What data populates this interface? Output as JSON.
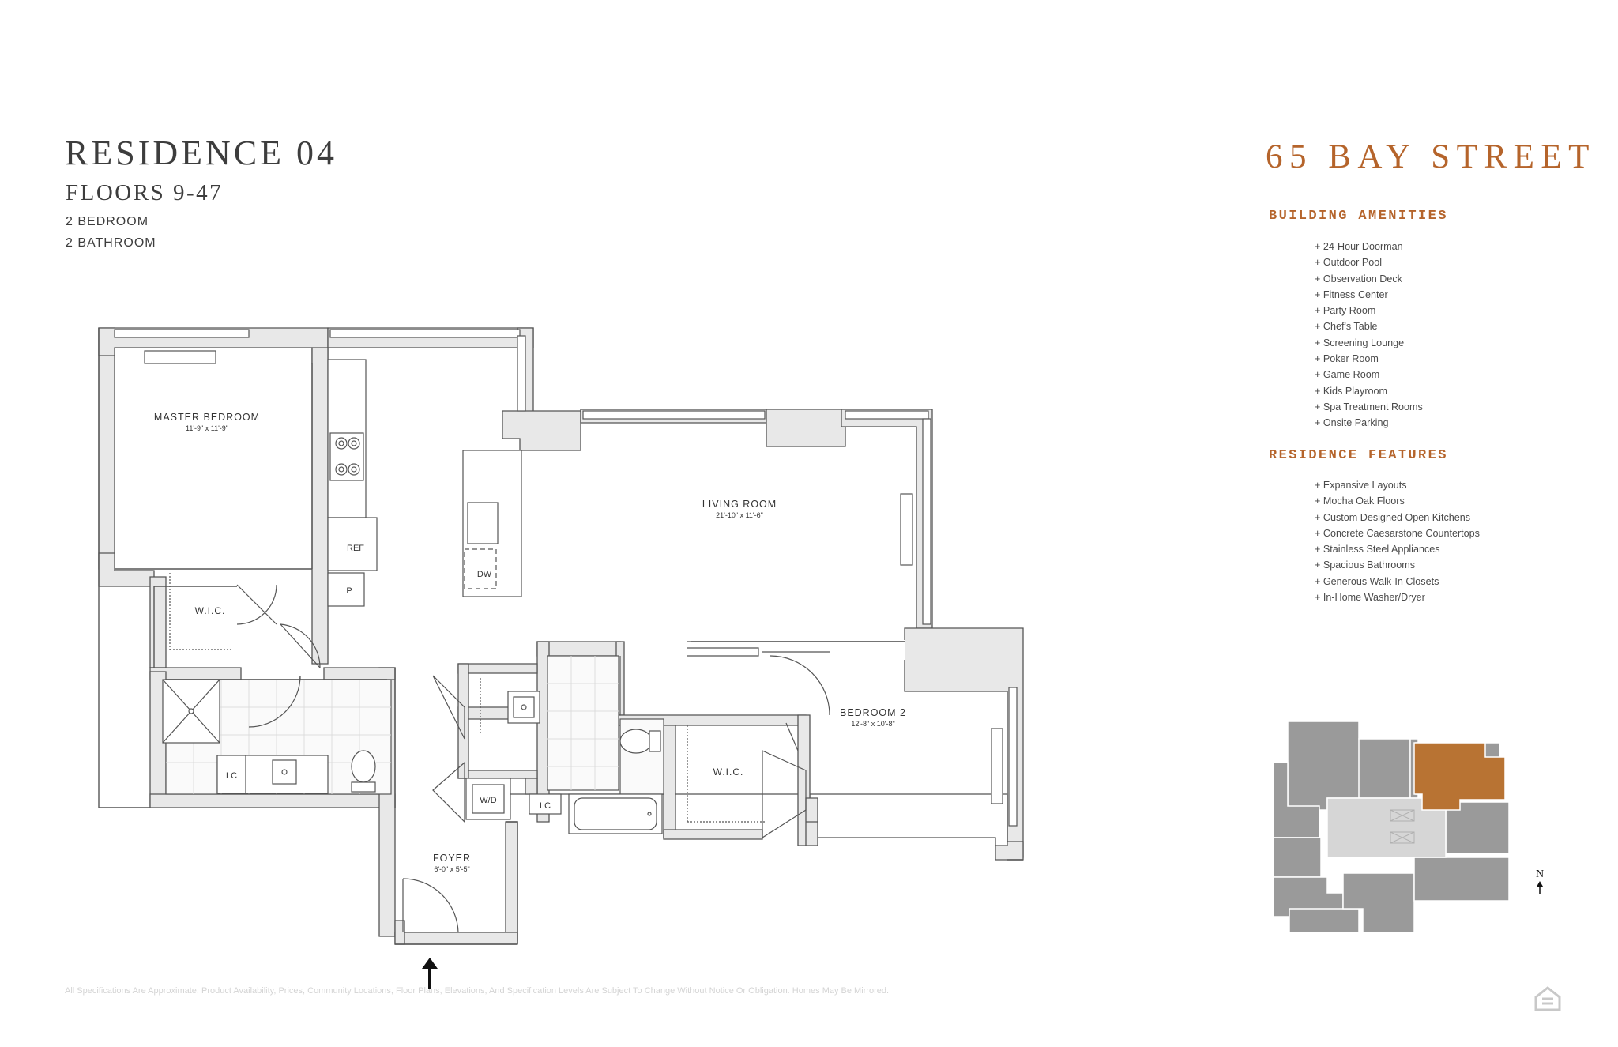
{
  "residence": {
    "title": "RESIDENCE 04",
    "floors": "FLOORS 9-47",
    "bedrooms": "2 BEDROOM",
    "bathrooms": "2 BATHROOM"
  },
  "building": {
    "name": "65 BAY STREET",
    "accent_color": "#b5642b"
  },
  "amenities": {
    "heading": "BUILDING AMENITIES",
    "items": [
      "+ 24-Hour Doorman",
      "+ Outdoor Pool",
      "+ Observation Deck",
      "+ Fitness Center",
      "+ Party Room",
      "+ Chef's Table",
      "+ Screening Lounge",
      "+ Poker Room",
      "+ Game Room",
      "+ Kids Playroom",
      "+ Spa Treatment Rooms",
      "+ Onsite Parking"
    ]
  },
  "features": {
    "heading": "RESIDENCE FEATURES",
    "items": [
      "+ Expansive Layouts",
      "+ Mocha Oak Floors",
      "+ Custom Designed Open Kitchens",
      "+ Concrete Caesarstone Countertops",
      "+ Stainless Steel Appliances",
      "+ Spacious Bathrooms",
      "+ Generous Walk-In Closets",
      "+ In-Home Washer/Dryer"
    ]
  },
  "floorplan": {
    "master_bedroom": {
      "name": "MASTER BEDROOM",
      "dims": "11'-9\" x 11'-9\""
    },
    "living_room": {
      "name": "LIVING ROOM",
      "dims": "21'-10\" x 11'-6\""
    },
    "bedroom2": {
      "name": "BEDROOM 2",
      "dims": "12'-8\" x 10'-8\""
    },
    "foyer": {
      "name": "FOYER",
      "dims": "6'-0\" x 5'-5\""
    },
    "wic": "W.I.C.",
    "ref": "REF",
    "pantry": "P",
    "dw": "DW",
    "lc": "LC",
    "wd": "W/D"
  },
  "keyplan": {
    "north": "N",
    "highlight_color": "#b87333",
    "unit_color": "#9a9a9a",
    "core_color": "#d6d6d6"
  },
  "disclaimer": "All Specifications Are Approximate. Product Availability, Prices, Community Locations, Floor Plans, Elevations, And Specification Levels Are Subject To Change Without Notice Or Obligation. Homes May Be Mirrored."
}
